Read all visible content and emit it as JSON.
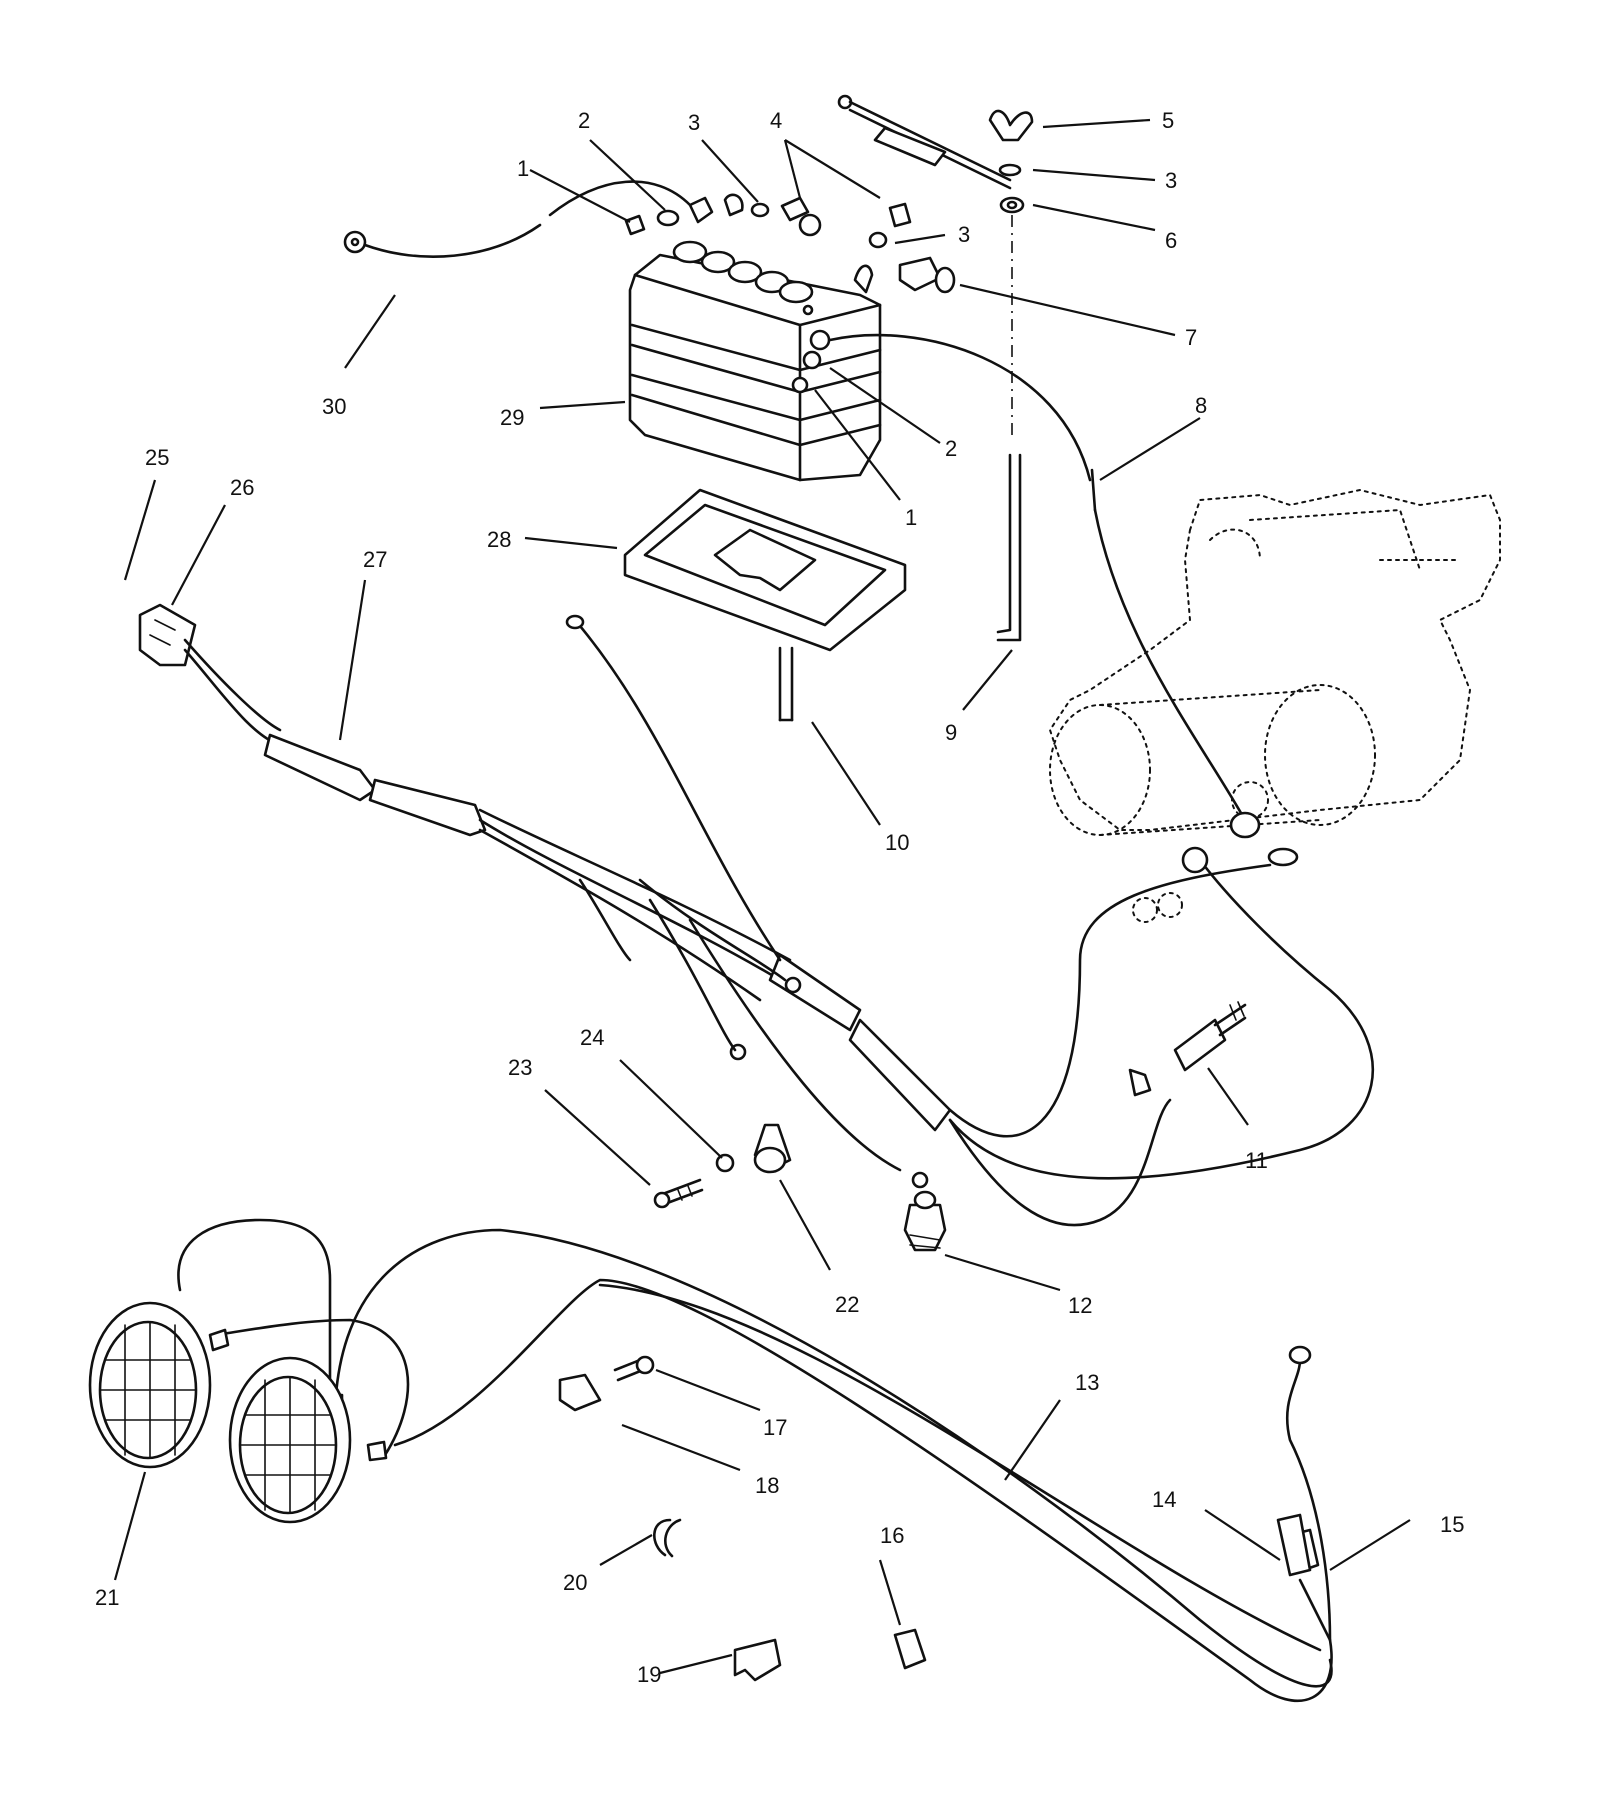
{
  "callouts": {
    "c1a": "1",
    "c2a": "2",
    "c3a": "3",
    "c4": "4",
    "c5": "5",
    "c3b": "3",
    "c6": "6",
    "c3c": "3",
    "c7": "7",
    "c30": "30",
    "c29": "29",
    "c8": "8",
    "c2b": "2",
    "c1b": "1",
    "c25": "25",
    "c26": "26",
    "c27": "27",
    "c28": "28",
    "c9": "9",
    "c10": "10",
    "c11": "11",
    "c23": "23",
    "c24": "24",
    "c22": "22",
    "c12": "12",
    "c17": "17",
    "c13": "13",
    "c18": "18",
    "c14": "14",
    "c15": "15",
    "c16": "16",
    "c20": "20",
    "c21": "21",
    "c19": "19"
  }
}
